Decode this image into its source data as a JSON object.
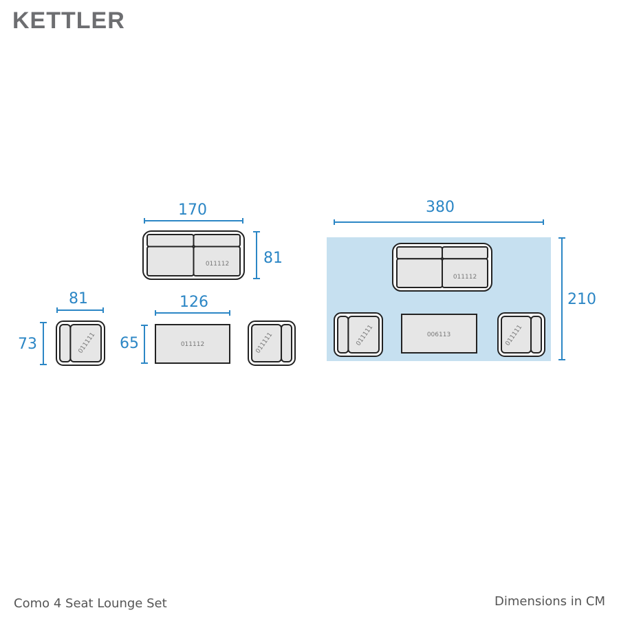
{
  "brand": "KETTLER",
  "product_name": "Como 4 Seat Lounge Set",
  "units_note": "Dimensions in CM",
  "colors": {
    "dimension": "#2b86c5",
    "layout_area": "#c6e0f0",
    "cushion": "#e6e6e6",
    "outline": "#222222"
  },
  "pieces": {
    "sofa": {
      "code": "011112",
      "width": "170",
      "depth": "81"
    },
    "chair": {
      "code": "011111",
      "width": "81",
      "depth": "73"
    },
    "table": {
      "code": "011112",
      "width": "126",
      "depth": "65"
    }
  },
  "layout": {
    "width": "380",
    "depth": "210",
    "sofa_code": "011112",
    "chair_code": "011111",
    "table_code": "006113"
  }
}
